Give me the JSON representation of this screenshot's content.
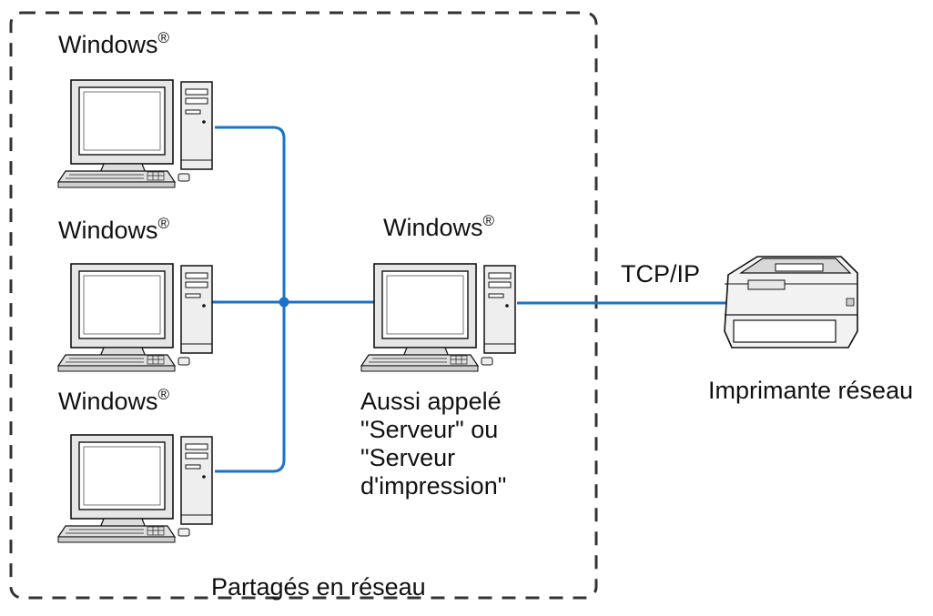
{
  "clients": [
    {
      "os": "Windows",
      "mark": "®"
    },
    {
      "os": "Windows",
      "mark": "®"
    },
    {
      "os": "Windows",
      "mark": "®"
    }
  ],
  "server": {
    "os": "Windows",
    "mark": "®",
    "description": [
      "Aussi appelé",
      "\"Serveur\" ou",
      "\"Serveur",
      "d'impression\""
    ]
  },
  "protocol": "TCP/IP",
  "printer": {
    "label": "Imprimante réseau"
  },
  "shared_group": {
    "label": "Partagés en réseau"
  },
  "colors": {
    "network_line": "#1a73c8",
    "dashed_border": "#333333"
  }
}
